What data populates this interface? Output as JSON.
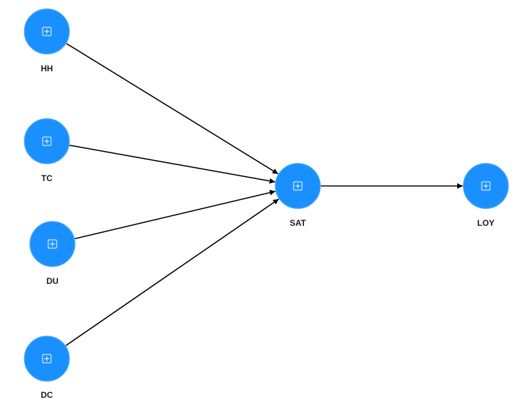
{
  "colors": {
    "node_fill": "#1a90ff",
    "node_stroke": "#3aa0ff",
    "edge": "#000000",
    "label": "#1a1a1a",
    "icon": "#ffffff"
  },
  "diagram": {
    "nodes": [
      {
        "id": "HH",
        "label": "HH",
        "icon": "expand-icon"
      },
      {
        "id": "TC",
        "label": "TC",
        "icon": "expand-icon"
      },
      {
        "id": "DU",
        "label": "DU",
        "icon": "expand-icon"
      },
      {
        "id": "DC",
        "label": "DC",
        "icon": "expand-icon"
      },
      {
        "id": "SAT",
        "label": "SAT",
        "icon": "expand-icon"
      },
      {
        "id": "LOY",
        "label": "LOY",
        "icon": "expand-icon"
      }
    ],
    "edges": [
      {
        "from": "HH",
        "to": "SAT"
      },
      {
        "from": "TC",
        "to": "SAT"
      },
      {
        "from": "DU",
        "to": "SAT"
      },
      {
        "from": "DC",
        "to": "SAT"
      },
      {
        "from": "SAT",
        "to": "LOY"
      }
    ]
  }
}
